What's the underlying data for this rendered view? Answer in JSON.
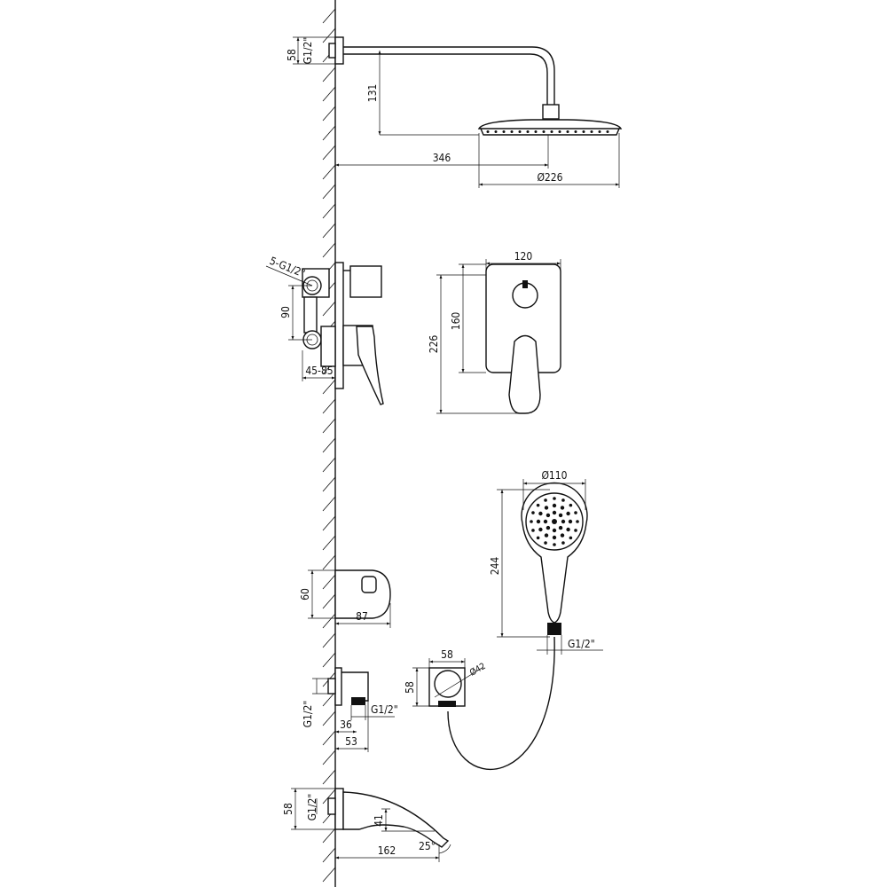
{
  "head_shower": {
    "flange_height": "58",
    "thread": "G1/2\"",
    "drop": "131",
    "projection": "346",
    "diameter": "Ø226"
  },
  "mixer_side": {
    "connections": "5-G1/2\"",
    "inlet_spacing": "90",
    "depth": "45-85"
  },
  "mixer_front": {
    "width": "120",
    "height": "160",
    "total_height": "226"
  },
  "hand_shower": {
    "diameter": "Ø110",
    "length": "244",
    "thread": "G1/2\""
  },
  "holder": {
    "height": "60",
    "projection": "87"
  },
  "wall_outlet_side": {
    "thread_left": "G1/2\"",
    "thread_right": "G1/2\"",
    "depth_inner": "36",
    "depth_outer": "53"
  },
  "wall_outlet_front": {
    "width": "58",
    "height": "58",
    "diameter": "Ø42"
  },
  "spout": {
    "height": "58",
    "thread": "G1/2\"",
    "outlet_drop": "41",
    "projection": "162",
    "angle": "25°"
  }
}
